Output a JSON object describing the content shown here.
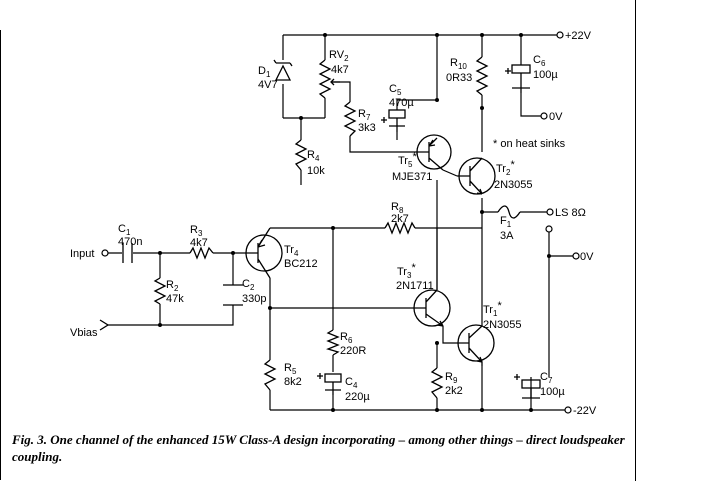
{
  "rails": {
    "pos": "+22V",
    "gnd": "0V",
    "neg": "-22V",
    "spk_gnd": "0V"
  },
  "input_label": "Input",
  "vbias_label": "Vbias",
  "heat_sink_note": "* on heat sinks",
  "components": {
    "C1": {
      "ref": "C",
      "sub": "1",
      "value": "470n"
    },
    "R3": {
      "ref": "R",
      "sub": "3",
      "value": "4k7"
    },
    "R2": {
      "ref": "R",
      "sub": "2",
      "value": "47k"
    },
    "C2": {
      "ref": "C",
      "sub": "2",
      "value": "330p"
    },
    "Tr4": {
      "ref": "Tr",
      "sub": "4",
      "value": "BC212"
    },
    "R8": {
      "ref": "R",
      "sub": "8",
      "value": "2k7"
    },
    "D1": {
      "ref": "D",
      "sub": "1",
      "value": "4V7"
    },
    "RV2": {
      "ref": "RV",
      "sub": "2",
      "value": "4k7"
    },
    "R4": {
      "ref": "R",
      "sub": "4",
      "value": "10k"
    },
    "R7": {
      "ref": "R",
      "sub": "7",
      "value": "3k3"
    },
    "C5": {
      "ref": "C",
      "sub": "5",
      "value": "470µ"
    },
    "Tr5": {
      "ref": "Tr",
      "sub": "5",
      "mark": "*",
      "value": "MJE371"
    },
    "R10": {
      "ref": "R",
      "sub": "10",
      "value": "0R33"
    },
    "C6": {
      "ref": "C",
      "sub": "6",
      "value": "100µ"
    },
    "Tr2": {
      "ref": "Tr",
      "sub": "2",
      "mark": "*",
      "value": "2N3055"
    },
    "F1": {
      "ref": "F",
      "sub": "1",
      "value": "3A"
    },
    "LS": {
      "label": "LS 8Ω"
    },
    "Tr3": {
      "ref": "Tr",
      "sub": "3",
      "mark": "*",
      "value": "2N1711"
    },
    "Tr1": {
      "ref": "Tr",
      "sub": "1",
      "mark": "*",
      "value": "2N3055"
    },
    "R6": {
      "ref": "R",
      "sub": "6",
      "value": "220R"
    },
    "C4": {
      "ref": "C",
      "sub": "4",
      "value": "220µ"
    },
    "R5": {
      "ref": "R",
      "sub": "5",
      "value": "8k2"
    },
    "R9": {
      "ref": "R",
      "sub": "9",
      "value": "2k2"
    },
    "C7": {
      "ref": "C",
      "sub": "7",
      "value": "100µ"
    }
  },
  "caption": "Fig. 3. One channel of the enhanced 15W Class-A design incorporating – among other things – direct loudspeaker coupling."
}
